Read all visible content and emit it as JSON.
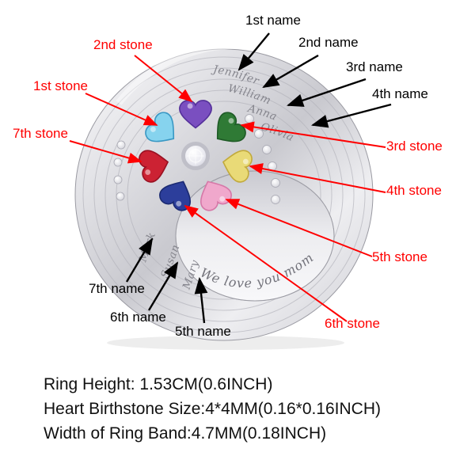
{
  "page": {
    "background": "#ffffff"
  },
  "annotations": {
    "stone_label_color": "#ff0000",
    "name_label_color": "#000000",
    "stones": [
      {
        "label": "1st stone"
      },
      {
        "label": "2nd stone"
      },
      {
        "label": "3rd stone"
      },
      {
        "label": "4th stone"
      },
      {
        "label": "5th stone"
      },
      {
        "label": "6th stone"
      },
      {
        "label": "7th stone"
      }
    ],
    "names": [
      {
        "label": "1st name"
      },
      {
        "label": "2nd name"
      },
      {
        "label": "3rd name"
      },
      {
        "label": "4th name"
      },
      {
        "label": "5th name"
      },
      {
        "label": "6th name"
      },
      {
        "label": "7th name"
      }
    ]
  },
  "ring": {
    "metal_color": "#d6d6db",
    "engraving": {
      "top_names": [
        "Jennifer",
        "William",
        "Anna",
        "Olivia"
      ],
      "bottom_names": [
        "Mark",
        "Susan",
        "Mary"
      ],
      "inside_message": "We love you mom"
    },
    "stones": [
      {
        "position": "1st",
        "shape": "heart",
        "color": "#86d3ee"
      },
      {
        "position": "2nd",
        "shape": "heart",
        "color": "#7a4fc0"
      },
      {
        "position": "3rd",
        "shape": "heart",
        "color": "#2f7a35"
      },
      {
        "position": "4th",
        "shape": "heart",
        "color": "#e9da77"
      },
      {
        "position": "5th",
        "shape": "heart",
        "color": "#f0a8cc"
      },
      {
        "position": "6th",
        "shape": "heart",
        "color": "#2c3e9b"
      },
      {
        "position": "7th",
        "shape": "heart",
        "color": "#cc2233"
      },
      {
        "position": "center",
        "shape": "round",
        "color": "#f4f4f8"
      }
    ]
  },
  "specs": {
    "lines": [
      "Ring Height: 1.53CM(0.6INCH)",
      "Heart Birthstone Size:4*4MM(0.16*0.16INCH)",
      "Width of Ring Band:4.7MM(0.18INCH)"
    ]
  }
}
